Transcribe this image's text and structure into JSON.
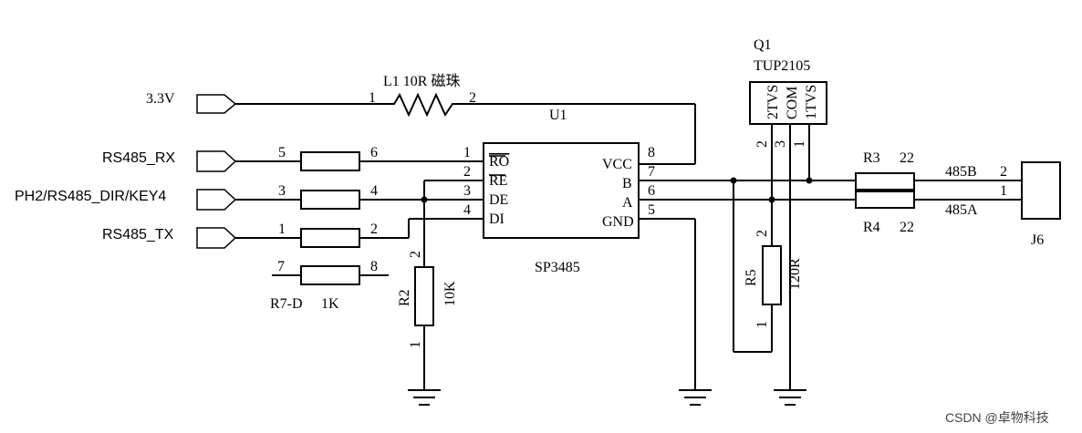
{
  "nets": {
    "v33": "3.3V",
    "rx": "RS485_RX",
    "dir": "PH2/RS485_DIR/KEY4",
    "tx": "RS485_TX",
    "b": "485B",
    "a": "485A"
  },
  "l1": {
    "label": "L1 10R 磁珠",
    "pin1": "1",
    "pin2": "2"
  },
  "u1": {
    "ref": "U1",
    "name": "SP3485",
    "left_pins": [
      {
        "num": "1",
        "name": "RO"
      },
      {
        "num": "2",
        "name": "RE"
      },
      {
        "num": "3",
        "name": "DE"
      },
      {
        "num": "4",
        "name": "DI"
      }
    ],
    "right_pins": [
      {
        "num": "8",
        "name": "VCC"
      },
      {
        "num": "7",
        "name": "B"
      },
      {
        "num": "6",
        "name": "A"
      },
      {
        "num": "5",
        "name": "GND"
      }
    ]
  },
  "series_resistors": [
    {
      "pin_a": "5",
      "pin_b": "6"
    },
    {
      "pin_a": "3",
      "pin_b": "4"
    },
    {
      "pin_a": "1",
      "pin_b": "2"
    },
    {
      "pin_a": "7",
      "pin_b": "8",
      "ref": "R7-D",
      "value": "1K"
    }
  ],
  "r2": {
    "ref": "R2",
    "value": "10K",
    "pin_top": "2",
    "pin_bottom": "1"
  },
  "q1": {
    "ref": "Q1",
    "part": "TUP2105",
    "pins": [
      {
        "name": "2TVS",
        "num": "2"
      },
      {
        "name": "COM",
        "num": "3"
      },
      {
        "name": "1TVS",
        "num": "1"
      }
    ]
  },
  "r5": {
    "ref": "R5",
    "value": "120R",
    "pin_top": "2",
    "pin_bottom": "1"
  },
  "r3": {
    "ref": "R3",
    "value": "22"
  },
  "r4": {
    "ref": "R4",
    "value": "22"
  },
  "j6": {
    "ref": "J6",
    "pin_b": "2",
    "pin_a": "1"
  },
  "watermark": "CSDN @卓物科技"
}
